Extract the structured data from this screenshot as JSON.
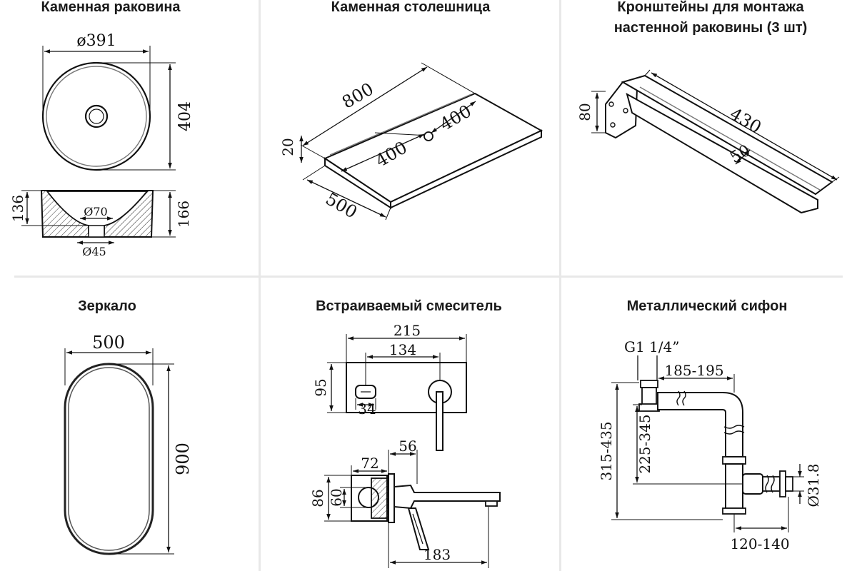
{
  "panels": {
    "sink": {
      "title": "Каменная раковина",
      "dims": {
        "diameter": "ø391",
        "height_outer": "404",
        "depth_inner": "136",
        "depth_outer": "166",
        "drain_top": "Ø70",
        "drain_bottom": "Ø45"
      }
    },
    "countertop": {
      "title": "Каменная столешница",
      "dims": {
        "length": "800",
        "thickness": "20",
        "half_left": "400",
        "half_right": "400",
        "width": "500"
      }
    },
    "brackets": {
      "title_line1": "Кронштейны для монтажа",
      "title_line2": "настенной раковины (3 шт)",
      "dims": {
        "height": "80",
        "length": "430",
        "width": "50"
      }
    },
    "mirror": {
      "title": "Зеркало",
      "dims": {
        "width": "500",
        "height": "900"
      }
    },
    "mixer": {
      "title": "Встраиваемый смеситель",
      "dims": {
        "plate_width": "215",
        "axis_distance": "134",
        "plate_height": "95",
        "knob": "34",
        "depth_56": "56",
        "depth_72": "72",
        "body_86": "86",
        "body_60": "60",
        "spout_183": "183"
      }
    },
    "siphon": {
      "title": "Металлический сифон",
      "dims": {
        "thread": "G1 1/4”",
        "reach": "185-195",
        "height_total": "315-435",
        "height_inner": "225-345",
        "pipe_diameter": "Ø31.8",
        "outlet": "120-140"
      }
    }
  }
}
